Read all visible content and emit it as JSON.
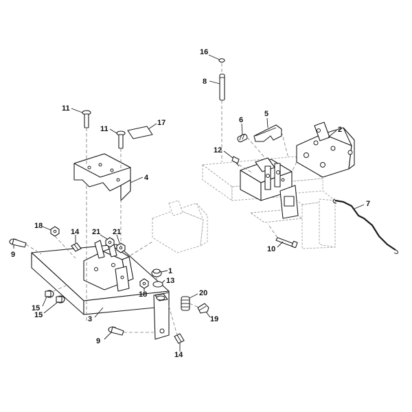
{
  "callouts": [
    {
      "id": "c16",
      "text": "16"
    },
    {
      "id": "c8",
      "text": "8"
    },
    {
      "id": "c5",
      "text": "5"
    },
    {
      "id": "c6",
      "text": "6"
    },
    {
      "id": "c2",
      "text": "2"
    },
    {
      "id": "c12",
      "text": "12"
    },
    {
      "id": "c7",
      "text": "7"
    },
    {
      "id": "c10",
      "text": "10"
    },
    {
      "id": "c11a",
      "text": "11"
    },
    {
      "id": "c11b",
      "text": "11"
    },
    {
      "id": "c17",
      "text": "17"
    },
    {
      "id": "c4",
      "text": "4"
    },
    {
      "id": "c18a",
      "text": "18"
    },
    {
      "id": "c14a",
      "text": "14"
    },
    {
      "id": "c21a",
      "text": "21"
    },
    {
      "id": "c21b",
      "text": "21"
    },
    {
      "id": "c9a",
      "text": "9"
    },
    {
      "id": "c1",
      "text": "1"
    },
    {
      "id": "c13",
      "text": "13"
    },
    {
      "id": "c18b",
      "text": "18"
    },
    {
      "id": "c20",
      "text": "20"
    },
    {
      "id": "c15a",
      "text": "15"
    },
    {
      "id": "c15b",
      "text": "15"
    },
    {
      "id": "c3",
      "text": "3"
    },
    {
      "id": "c19",
      "text": "19"
    },
    {
      "id": "c9b",
      "text": "9"
    },
    {
      "id": "c14b",
      "text": "14"
    }
  ]
}
